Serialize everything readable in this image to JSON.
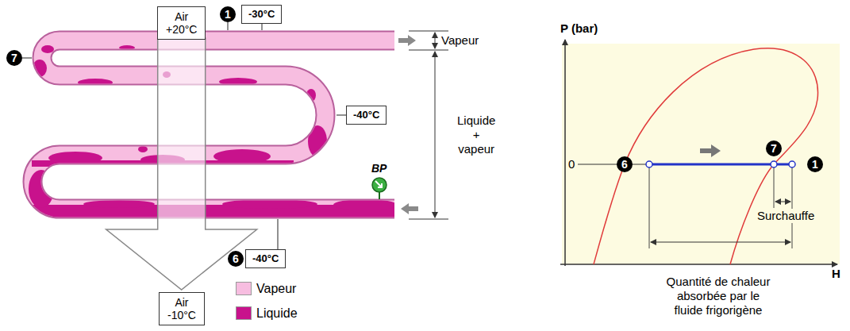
{
  "diagram": {
    "nodes": [
      {
        "text": [
          "Air +20°C"
        ]
      },
      {
        "text": [
          "1"
        ]
      },
      {
        "text": [
          "-30°C"
        ]
      },
      {
        "text": [
          "7"
        ]
      },
      {
        "text": [
          "-40°C"
        ]
      },
      {
        "text": [
          "6"
        ]
      },
      {
        "text": [
          "-40°C"
        ]
      },
      {
        "text": [
          "Air -10°C"
        ]
      },
      {
        "text": [
          "6"
        ]
      },
      {
        "text": [
          "7"
        ]
      },
      {
        "text": [
          "1"
        ]
      }
    ],
    "edges": [
      {
        "from": 0,
        "to": 7,
        "arrow": "to"
      }
    ],
    "labels": [
      "Vapeur",
      "Liquide + vapeur",
      "BP",
      "P (bar)",
      "0",
      "H",
      "Surchauffe",
      "Quantité de chaleur absorbée par le fluide frigorigène"
    ],
    "legend": [
      {
        "text": "Vapeur",
        "color": "#f7bde0"
      },
      {
        "text": "Liquide",
        "color": "#c8128c"
      }
    ]
  }
}
